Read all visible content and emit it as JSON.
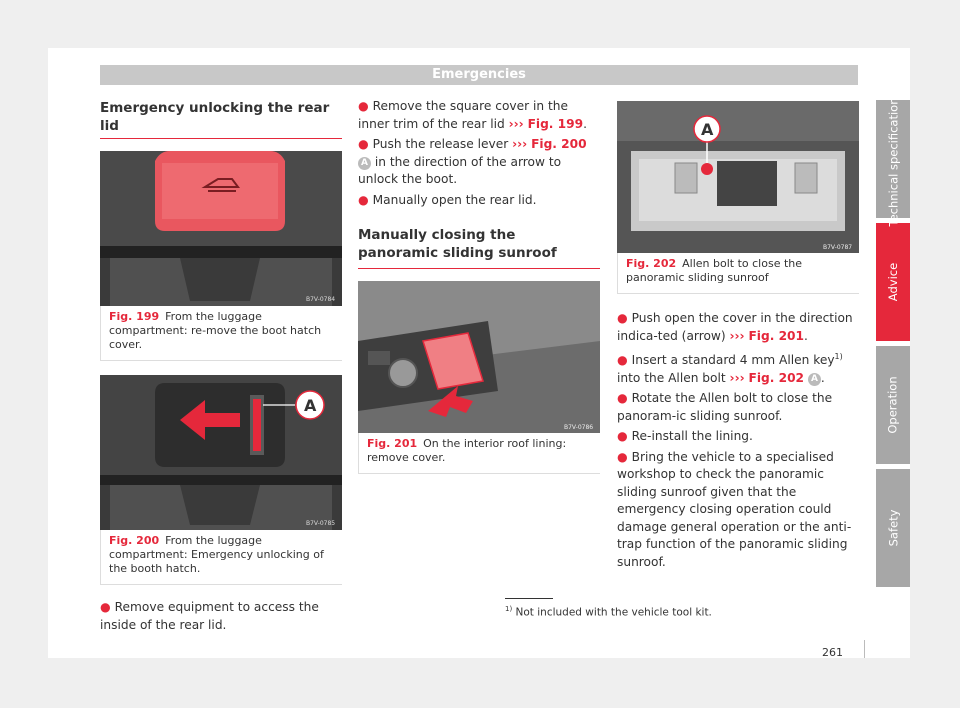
{
  "header": {
    "title": "Emergencies"
  },
  "section1": {
    "heading": "Emergency unlocking the rear lid"
  },
  "fig199": {
    "label": "Fig. 199",
    "caption": "From the luggage compartment: re-move the boot hatch cover.",
    "code": "B7V-0784"
  },
  "fig200": {
    "label": "Fig. 200",
    "caption": "From the luggage compartment: Emergency unlocking of the booth hatch.",
    "code": "B7V-0785",
    "marker": "A"
  },
  "left_bullet": "Remove equipment to access the inside of the rear lid.",
  "mid_bullets": {
    "b1_text": "Remove the square cover in the inner trim of the rear lid",
    "b1_ref": "Fig. 199",
    "b2_pre": "Push the release lever",
    "b2_ref": "Fig. 200",
    "b2_mark": "A",
    "b2_post": "in the direction of the arrow to unlock the boot.",
    "b3": "Manually open the rear lid."
  },
  "section2": {
    "heading": "Manually closing the panoramic sliding sunroof"
  },
  "fig201": {
    "label": "Fig. 201",
    "caption": "On the interior roof lining: remove cover.",
    "code": "B7V-0786"
  },
  "fig202": {
    "label": "Fig. 202",
    "caption": "Allen bolt to close the panoramic sliding sunroof",
    "code": "B7V-0787",
    "marker": "A"
  },
  "right_bullets": {
    "b1_pre": "Push open the cover in the direction indica-ted (arrow)",
    "b1_ref": "Fig. 201",
    "b2_pre": "Insert a standard 4 mm Allen key",
    "b2_sup": "1)",
    "b2_mid": "into the Allen bolt",
    "b2_ref": "Fig. 202",
    "b2_mark": "A",
    "b3": "Rotate the Allen bolt to close the panoram-ic sliding sunroof.",
    "b4": "Re-install the lining.",
    "b5": "Bring the vehicle to a specialised workshop to check the panoramic sliding sunroof given that the emergency closing operation could damage general operation or the anti-trap function of the panoramic sliding sunroof."
  },
  "arrows": "›››",
  "tabs": [
    "Technical specifications",
    "Advice",
    "Operation",
    "Safety"
  ],
  "footnote": {
    "mark": "1)",
    "text": "Not included with the vehicle tool kit."
  },
  "page_number": "261",
  "colors": {
    "accent": "#e5283b",
    "tab_gray": "#a7a7a7",
    "header_gray": "#c8c8c8"
  }
}
